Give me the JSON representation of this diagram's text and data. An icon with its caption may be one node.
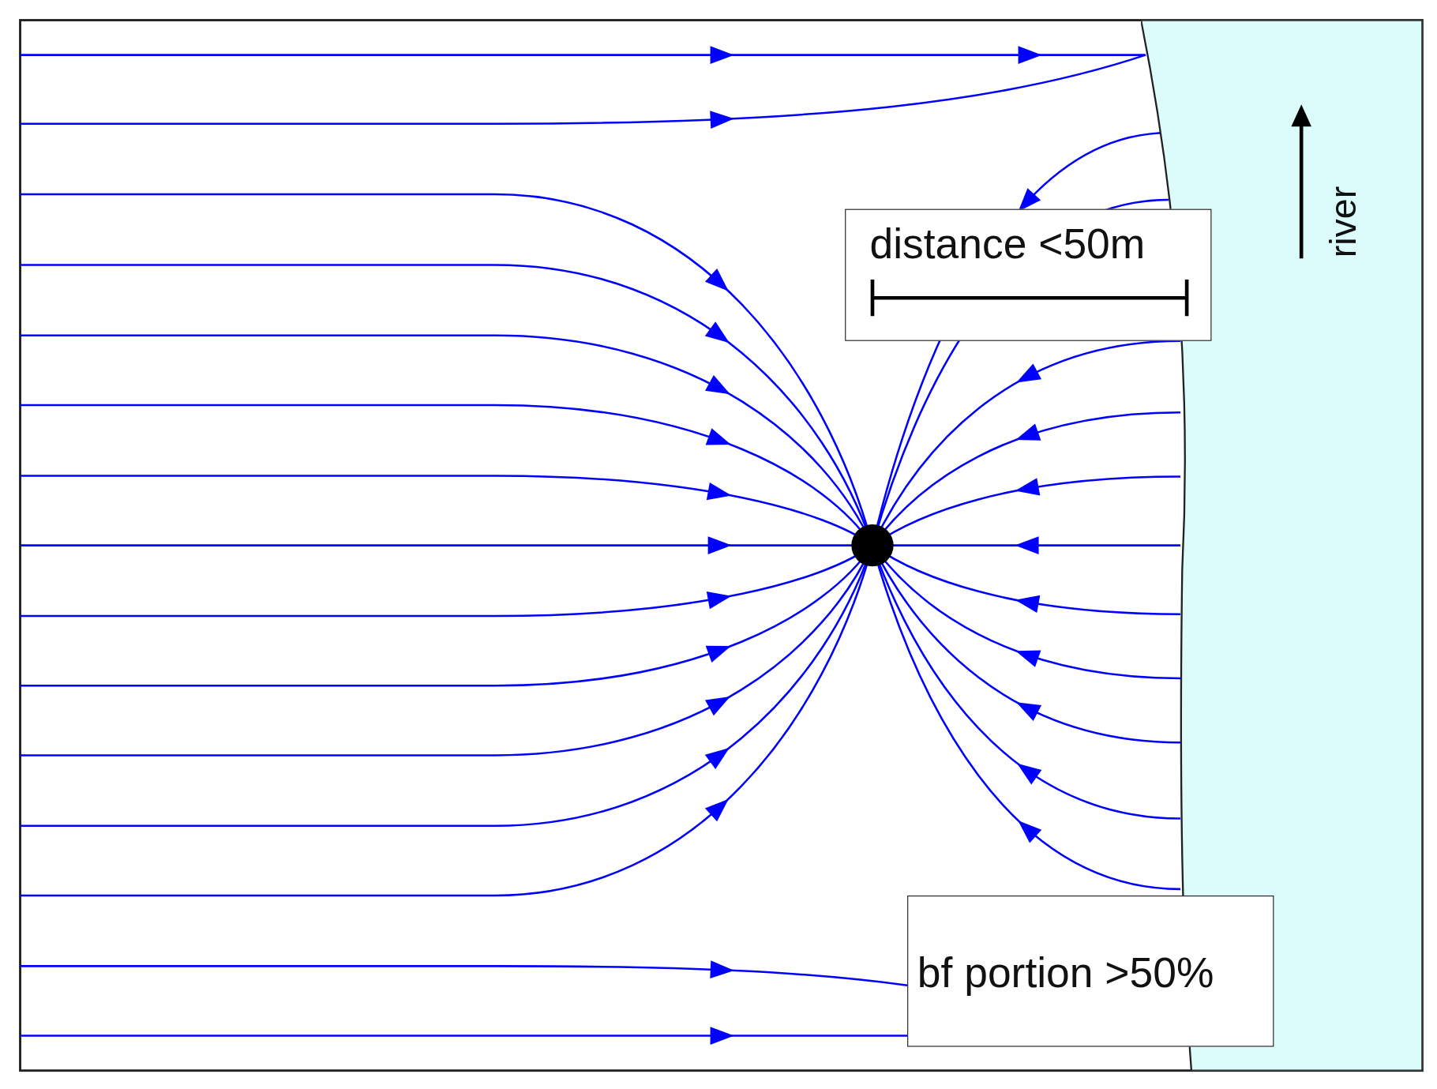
{
  "diagram": {
    "nodes": [
      {
        "text": [
          "distance <50m"
        ]
      },
      {
        "text": [
          "river"
        ]
      },
      {
        "text": [
          "bf portion >50%"
        ]
      }
    ],
    "edges": []
  }
}
